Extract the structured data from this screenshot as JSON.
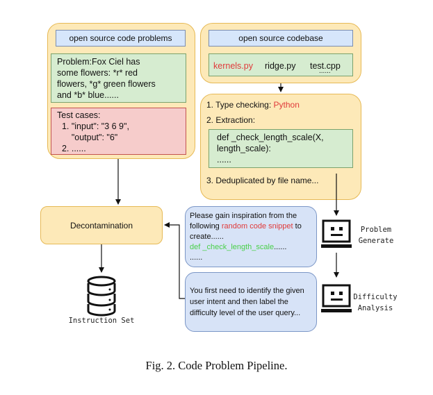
{
  "left_panel": {
    "header": "open source code problems",
    "problem_lines": [
      "Problem:Fox Ciel has",
      "some flowers: *r* red",
      "flowers, *g* green flowers",
      "and *b* blue......"
    ],
    "testcase_lines": [
      "Test cases:",
      "  1. \"input\": \"3 6 9\",",
      "      \"output\": \"6\"",
      "  2. ......"
    ]
  },
  "right_panel": {
    "header": "open source codebase",
    "files": [
      "kernels.py",
      "ridge.py",
      "test.cpp"
    ],
    "files_more": "......",
    "step1_prefix": "1. Type checking: ",
    "step1_lang": "Python",
    "step2": "2. Extraction:",
    "code_lines": [
      "def _check_length_scale(X,",
      "length_scale):",
      "......"
    ],
    "step3": "3. Deduplicated by file name..."
  },
  "decontamination": "Decontamination",
  "prompt1": {
    "line1": "Please gain inspiration from the",
    "line2_pre": "following ",
    "line2_red": "random code snippet",
    "line2_post": " to",
    "line3": "create......",
    "line4_green": "def _check_length_scale",
    "line4_post": "......",
    "line5": "......"
  },
  "prompt2_lines": [
    "You first need to identify the given",
    "user intent and then label the",
    "difficulty level of the user query..."
  ],
  "robot1_label": [
    "Problem",
    "Generate"
  ],
  "robot2_label": [
    "Difficulty",
    "Analysis"
  ],
  "db_label": "Instruction Set",
  "caption": "Fig. 2.  Code Problem Pipeline.",
  "colors": {
    "panel": "#fde9b8",
    "accent_red": "#e03a3a",
    "accent_green": "#4ad04a"
  },
  "icons": [
    "robot-icon",
    "database-icon"
  ]
}
